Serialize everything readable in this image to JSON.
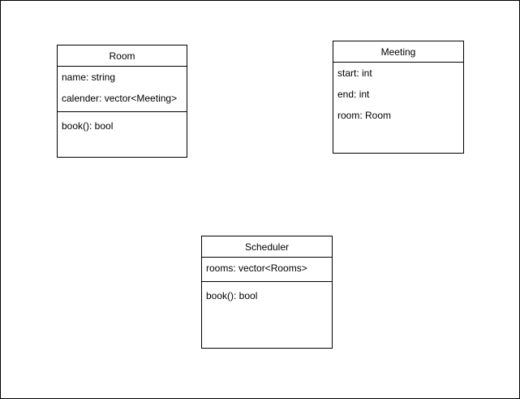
{
  "classes": {
    "room": {
      "name": "Room",
      "attributes": [
        "name: string",
        "calender: vector<Meeting>"
      ],
      "methods": [
        "book(): bool"
      ]
    },
    "meeting": {
      "name": "Meeting",
      "attributes": [
        "start: int",
        "end: int",
        "room: Room"
      ],
      "methods": []
    },
    "scheduler": {
      "name": "Scheduler",
      "attributes": [
        "rooms: vector<Rooms>"
      ],
      "methods": [
        "book(): bool"
      ]
    }
  }
}
